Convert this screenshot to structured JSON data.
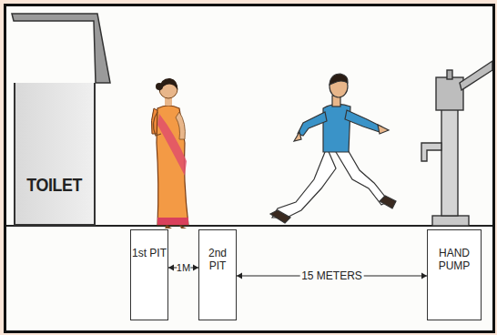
{
  "diagram": {
    "nodes": [
      {
        "text": [
          "TOILET"
        ]
      },
      {
        "text": [
          "1st PIT"
        ]
      },
      {
        "text": [
          "2nd PIT"
        ]
      },
      {
        "text": [
          "HAND PUMP"
        ]
      }
    ],
    "edges": [
      {
        "from": 1,
        "to": 2,
        "label": "1M",
        "arrow": "both"
      },
      {
        "from": 2,
        "to": 3,
        "label": "15 METERS",
        "arrow": "both"
      }
    ]
  }
}
